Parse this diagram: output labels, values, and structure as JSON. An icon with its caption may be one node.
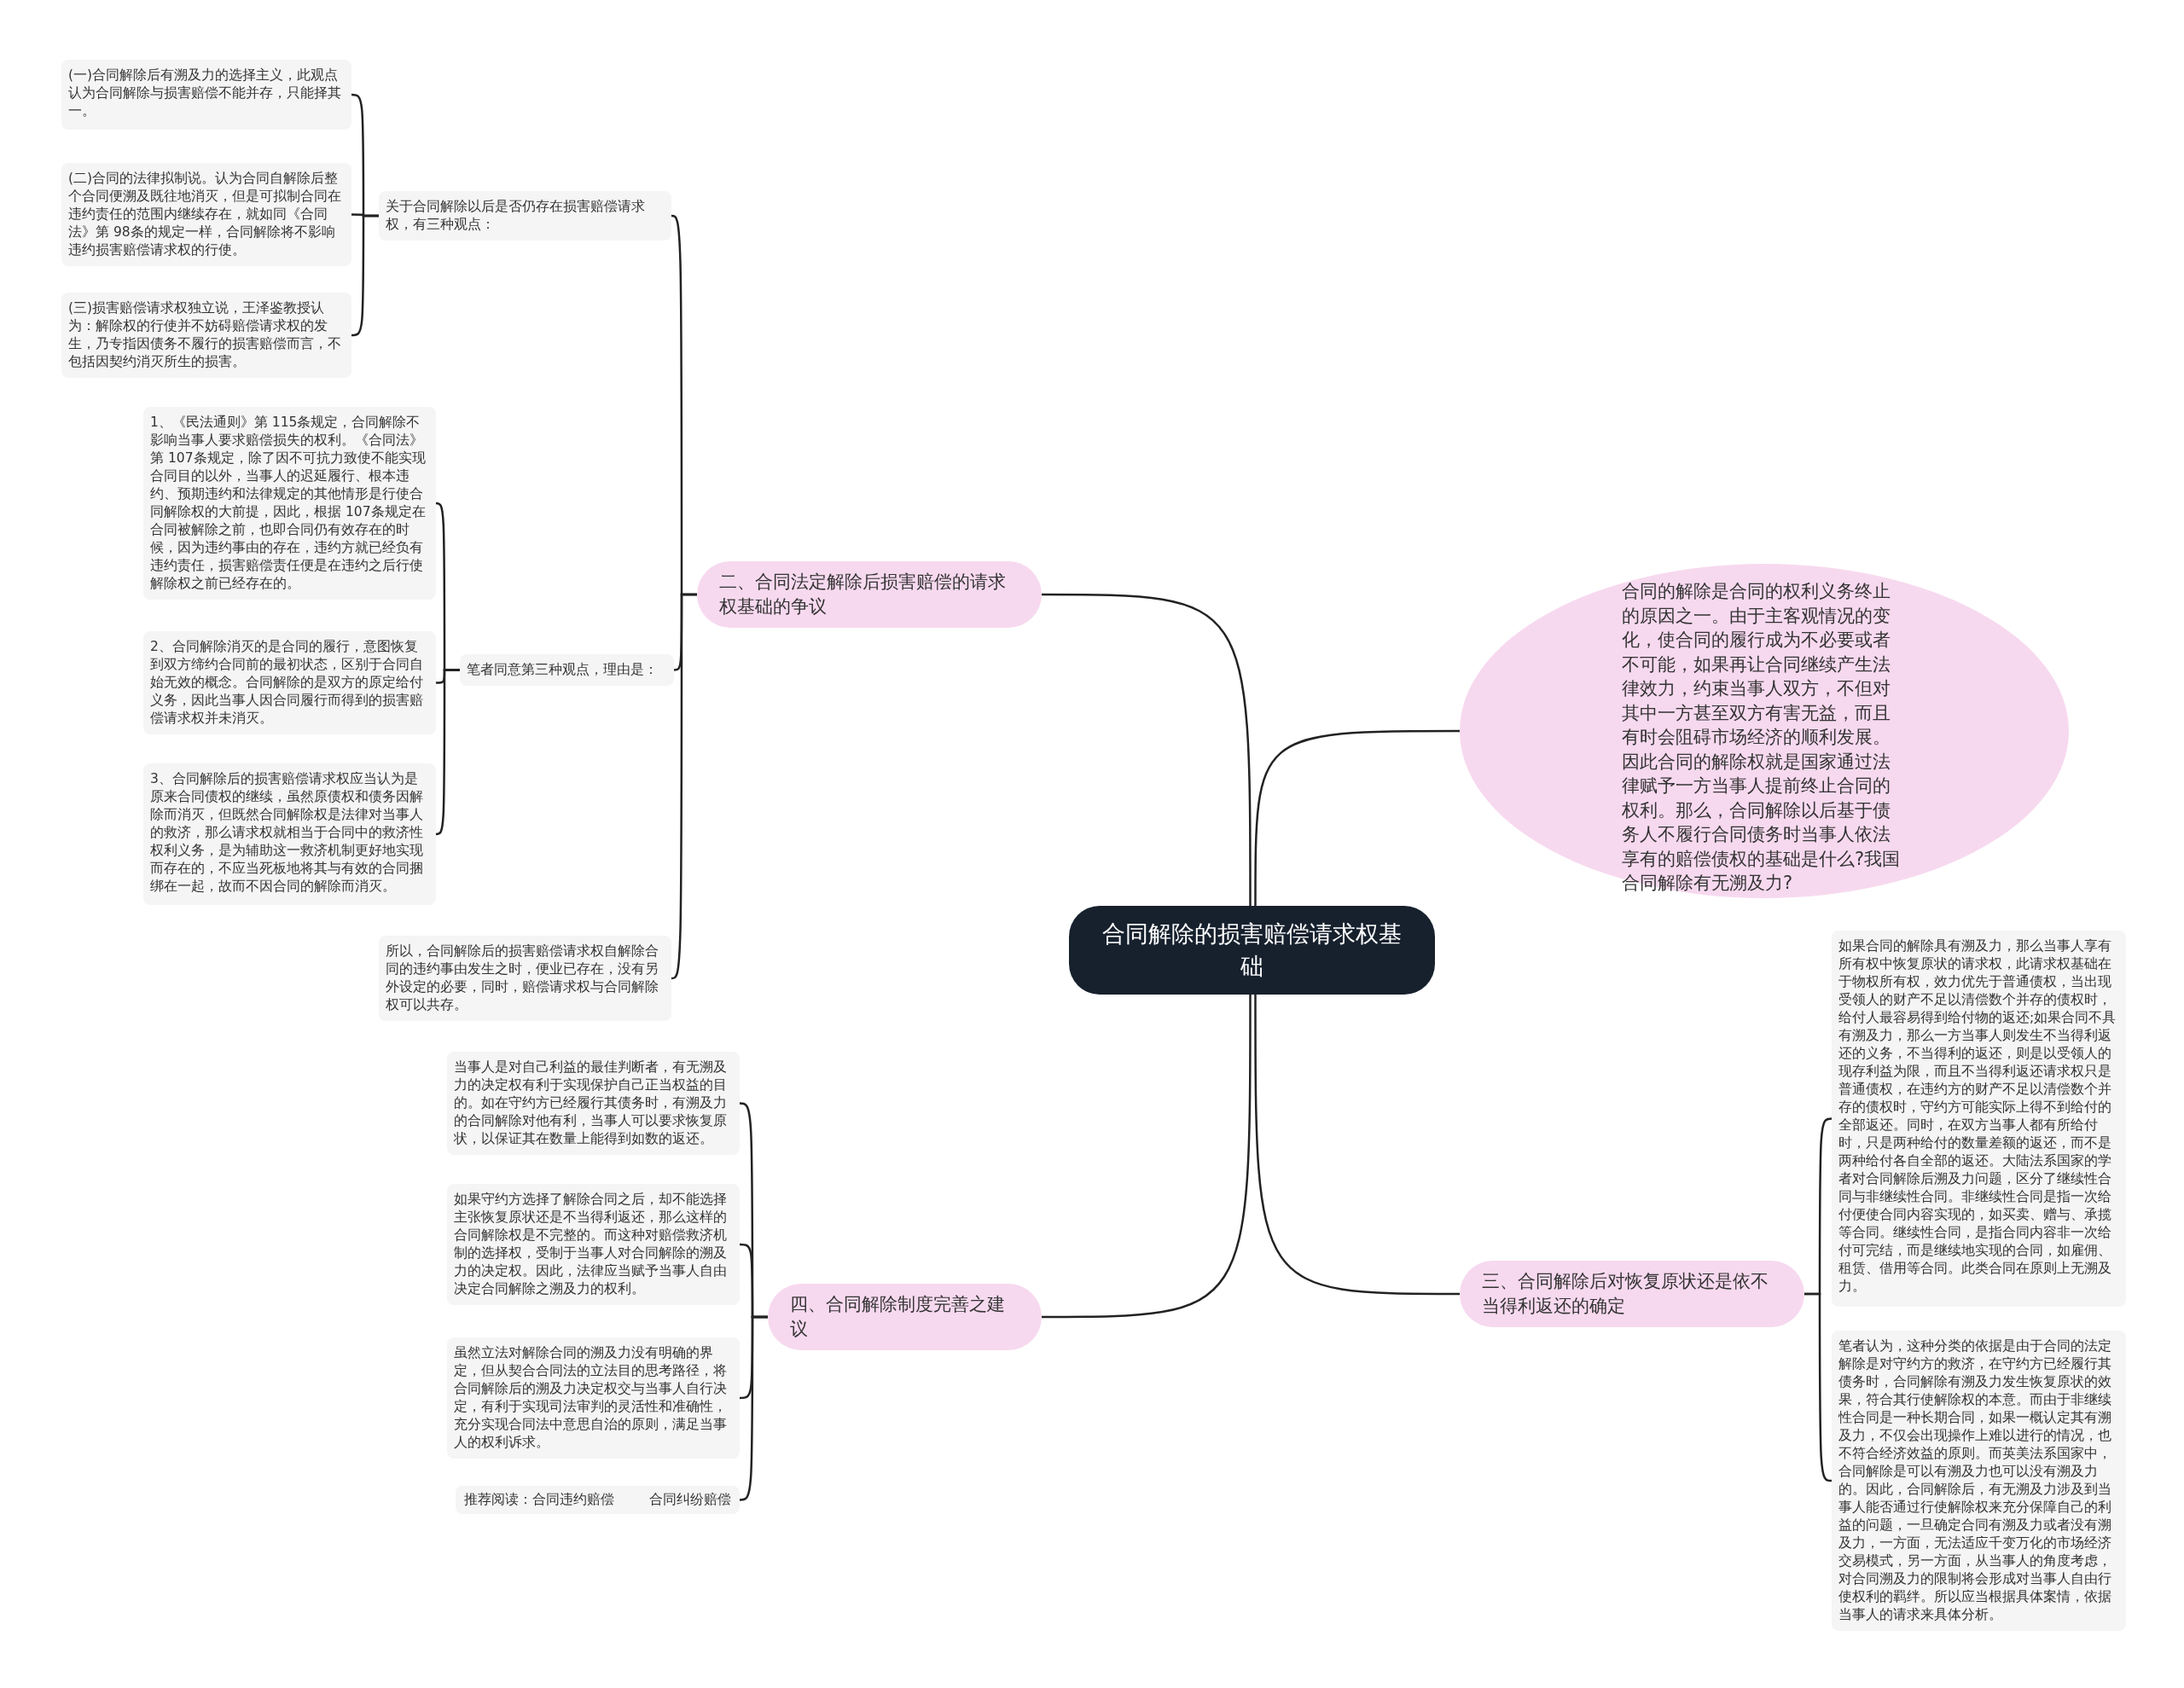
{
  "diagram": {
    "nodes": [
      {
        "text": [
          "合同解除的损害赔偿请求权基础"
        ]
      },
      {
        "text": [
          "合同的解除是合同的权利义务终止的原因之一。由于主客观情况的变化，使合同的履行成为不必要或者不可能，如果再让合同继续产生法律效力，约束当事人双方，不但对其中一方甚至双方有害无益，而且有时会阻碍市场经济的顺利发展。因此合同的解除权就是国家通过法律赋予一方当事人提前终止合同的权利。那么，合同解除以后基于债务人不履行合同债务时当事人依法享有的赔偿债权的基础是什么?我国合同解除有无溯及力?"
        ]
      },
      {
        "text": [
          "二、合同法定解除后损害赔偿的请求权基础的争议"
        ]
      },
      {
        "text": [
          "关于合同解除以后是否仍存在损害赔偿请求权，有三种观点："
        ]
      },
      {
        "text": [
          "(一)合同解除后有溯及力的选择主义，此观点认为合同解除与损害赔偿不能并存，只能择其一。"
        ]
      },
      {
        "text": [
          "(二)合同的法律拟制说。认为合同自解除后整个合同便溯及既往地消灭，但是可拟制合同在违约责任的范围内继续存在，就如同《合同法》第 98条的规定一样，合同解除将不影响违约损害赔偿请求权的行使。"
        ]
      },
      {
        "text": [
          "(三)损害赔偿请求权独立说，王泽鉴教授认为：解除权的行使并不妨碍赔偿请求权的发生，乃专指因债务不履行的损害赔偿而言，不包括因契约消灭所生的损害。"
        ]
      },
      {
        "text": [
          "笔者同意第三种观点，理由是："
        ]
      },
      {
        "text": [
          "1、《民法通则》第 115条规定，合同解除不影响当事人要求赔偿损失的权利。《合同法》第 107条规定，除了因不可抗力致使不能实现合同目的以外，当事人的迟延履行、根本违约、预期违约和法律规定的其他情形是行使合同解除权的大前提，因此，根据 107条规定在合同被解除之前，也即合同仍有效存在的时候，因为违约事由的存在，违约方就已经负有违约责任，损害赔偿责任便是在违约之后行使解除权之前已经存在的。"
        ]
      },
      {
        "text": [
          "2、合同解除消灭的是合同的履行，意图恢复到双方缔约合同前的最初状态，区别于合同自始无效的概念。合同解除的是双方的原定给付义务，因此当事人因合同履行而得到的损害赔偿请求权并未消灭。"
        ]
      },
      {
        "text": [
          "3、合同解除后的损害赔偿请求权应当认为是原来合同债权的继续，虽然原债权和债务因解除而消灭，但既然合同解除权是法律对当事人的救济，那么请求权就相当于合同中的救济性权利义务，是为辅助这一救济机制更好地实现而存在的，不应当死板地将其与有效的合同捆绑在一起，故而不因合同的解除而消灭。"
        ]
      },
      {
        "text": [
          "所以，合同解除后的损害赔偿请求权自解除合同的违约事由发生之时，便业已存在，没有另外设定的必要，同时，赔偿请求权与合同解除权可以共存。"
        ]
      },
      {
        "text": [
          "四、合同解除制度完善之建议"
        ]
      },
      {
        "text": [
          "当事人是对自己利益的最佳判断者，有无溯及力的决定权有利于实现保护自己正当权益的目的。如在守约方已经履行其债务时，有溯及力的合同解除对他有利，当事人可以要求恢复原状，以保证其在数量上能得到如数的返还。"
        ]
      },
      {
        "text": [
          "如果守约方选择了解除合同之后，却不能选择主张恢复原状还是不当得利返还，那么这样的合同解除权是不完整的。而这种对赔偿救济机制的选择权，受制于当事人对合同解除的溯及力的决定权。因此，法律应当赋予当事人自由决定合同解除之溯及力的权利。"
        ]
      },
      {
        "text": [
          "虽然立法对解除合同的溯及力没有明确的界定，但从契合合同法的立法目的思考路径，将合同解除后的溯及力决定权交与当事人自行决定，有利于实现司法审判的灵活性和准确性，充分实现合同法中意思自治的原则，满足当事人的权利诉求。"
        ]
      },
      {
        "text": [
          "推荐阅读：合同违约赔偿",
          "合同纠纷赔偿"
        ]
      },
      {
        "text": [
          "三、合同解除后对恢复原状还是依不当得利返还的确定"
        ]
      },
      {
        "text": [
          "如果合同的解除具有溯及力，那么当事人享有所有权中恢复原状的请求权，此请求权基础在于物权所有权，效力优先于普通债权，当出现受领人的财产不足以清偿数个并存的债权时，给付人最容易得到给付物的返还;如果合同不具有溯及力，那么一方当事人则发生不当得利返还的义务，不当得利的返还，则是以受领人的现存利益为限，而且不当得利返还请求权只是普通债权，在违约方的财产不足以清偿数个并存的债权时，守约方可能实际上得不到给付的全部返还。同时，在双方当事人都有所给付时，只是两种给付的数量差额的返还，而不是两种给付各自全部的返还。大陆法系国家的学者对合同解除后溯及力问题，区分了继续性合同与非继续性合同。非继续性合同是指一次给付便使合同内容实现的，如买卖、赠与、承揽等合同。继续性合同，是指合同内容非一次给付可完结，而是继续地实现的合同，如雇佣、租赁、借用等合同。此类合同在原则上无溯及力。"
        ]
      },
      {
        "text": [
          "笔者认为，这种分类的依据是由于合同的法定解除是对守约方的救济，在守约方已经履行其债务时，合同解除有溯及力发生恢复原状的效果，符合其行使解除权的本意。而由于非继续性合同是一种长期合同，如果一概认定其有溯及力，不仅会出现操作上难以进行的情况，也不符合经济效益的原则。而英美法系国家中，合同解除是可以有溯及力也可以没有溯及力的。因此，合同解除后，有无溯及力涉及到当事人能否通过行使解除权来充分保障自己的利益的问题，一旦确定合同有溯及力或者没有溯及力，一方面，无法适应千变万化的市场经济交易模式，另一方面，从当事人的角度考虑，对合同溯及力的限制将会形成对当事人自由行使权利的羁绊。所以应当根据具体案情，依据当事人的请求来具体分析。"
        ]
      }
    ],
    "edges": [
      {
        "from": 0,
        "to": 1,
        "arrow": "none"
      },
      {
        "from": 0,
        "to": 2,
        "arrow": "none"
      },
      {
        "from": 2,
        "to": 3,
        "arrow": "none"
      },
      {
        "from": 3,
        "to": 4,
        "arrow": "none"
      },
      {
        "from": 3,
        "to": 5,
        "arrow": "none"
      },
      {
        "from": 3,
        "to": 6,
        "arrow": "none"
      },
      {
        "from": 2,
        "to": 7,
        "arrow": "none"
      },
      {
        "from": 7,
        "to": 8,
        "arrow": "none"
      },
      {
        "from": 7,
        "to": 9,
        "arrow": "none"
      },
      {
        "from": 7,
        "to": 10,
        "arrow": "none"
      },
      {
        "from": 2,
        "to": 11,
        "arrow": "none"
      },
      {
        "from": 0,
        "to": 12,
        "arrow": "none"
      },
      {
        "from": 12,
        "to": 13,
        "arrow": "none"
      },
      {
        "from": 12,
        "to": 14,
        "arrow": "none"
      },
      {
        "from": 12,
        "to": 15,
        "arrow": "none"
      },
      {
        "from": 12,
        "to": 16,
        "arrow": "none"
      },
      {
        "from": 0,
        "to": 17,
        "arrow": "none"
      },
      {
        "from": 17,
        "to": 18,
        "arrow": "none"
      },
      {
        "from": 17,
        "to": 19,
        "arrow": "none"
      }
    ]
  }
}
